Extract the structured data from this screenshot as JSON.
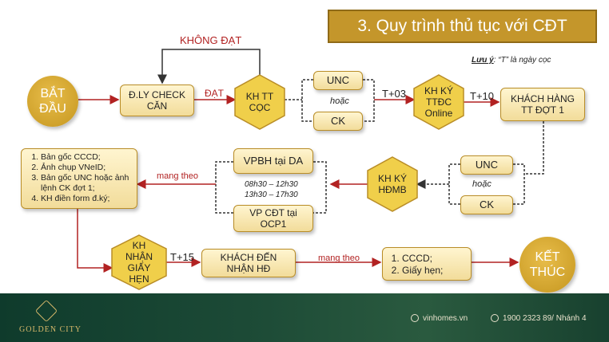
{
  "title": "3. Quy trình thủ tục với CĐT",
  "note": {
    "prefix": "Lưu ý",
    "text": ": “T” là ngày cọc"
  },
  "nodes": {
    "start": "BẮT ĐẦU",
    "check": "Đ.LY CHECK CĂN",
    "deposit": "KH TT CỌC",
    "unc1": "UNC",
    "ck1": "CK",
    "sign_ttdc": "KH KÝ TTĐC Online",
    "pay1": "KHÁCH HÀNG TT ĐỢT 1",
    "unc2": "UNC",
    "ck2": "CK",
    "sign_hdmb": "KH KÝ HĐMB",
    "vpbh": "VPBH tại DA",
    "vpcdt": "VP CĐT tại OCP1",
    "hours1": "08h30 – 12h30",
    "hours2": "13h30 – 17h30",
    "receive_appt": "KH NHẬN GIẤY HẸN",
    "receive_hd": "KHÁCH ĐẾN NHẬN HĐ",
    "end": "KẾT THÚC"
  },
  "docs_list": [
    "Bản gốc CCCD;",
    "Ảnh chụp VNeID;",
    "Bản gốc UNC hoặc ảnh lệnh CK đợt 1;",
    "KH điền form đ.ký;"
  ],
  "final_list": [
    "CCCD;",
    "Giấy hẹn;"
  ],
  "labels": {
    "khong_dat": "KHÔNG ĐẠT",
    "dat": "ĐẠT",
    "hoac1": "hoặc",
    "hoac2": "hoặc",
    "t03": "T+03",
    "t10": "T+10",
    "t15": "T+15",
    "mang_theo1": "mang theo",
    "mang_theo2": "mang theo"
  },
  "footer": {
    "logo": "GOLDEN CITY",
    "website": "vinhomes.vn",
    "phone": "1900 2323 89/ Nhánh 4"
  },
  "colors": {
    "gold": "#c4962b",
    "light": "#f2dc9a",
    "red": "#b22222",
    "footer": "#1c4a36"
  }
}
